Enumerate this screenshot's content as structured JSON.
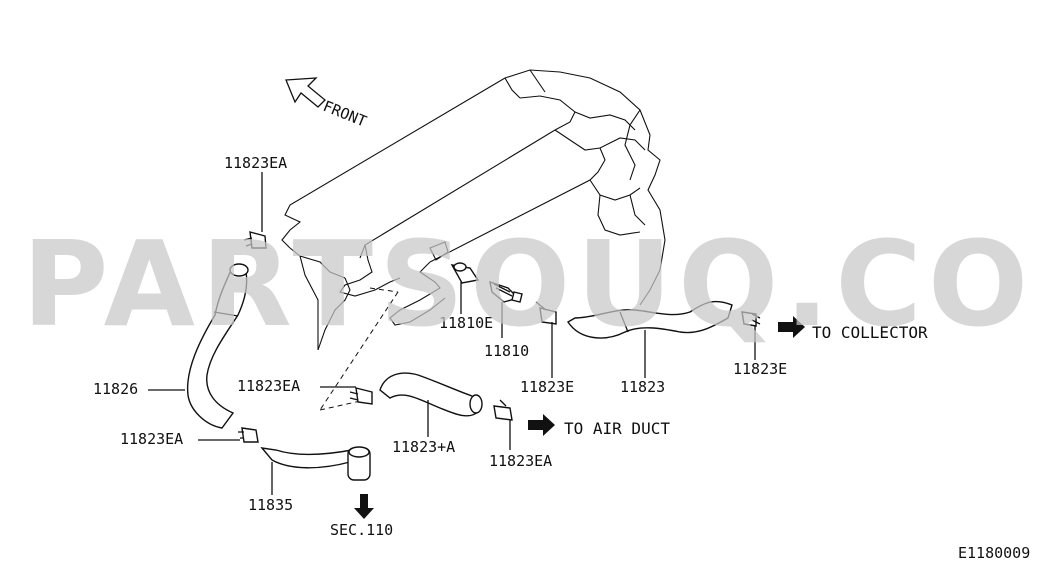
{
  "watermark": "PARTSOUQ.COM",
  "direction_label": "FRONT",
  "destinations": {
    "collector": "TO COLLECTOR",
    "air_duct": "TO AIR DUCT",
    "section_ref": "SEC.110"
  },
  "part_labels": {
    "clamp_top": "11823EA",
    "pcv_valve_seal": "11810E",
    "pcv_valve": "11810",
    "clamp_mid_left": "11823EA",
    "clamp_e_center": "11823E",
    "hose_main": "11823",
    "clamp_e_right": "11823E",
    "hose_side": "11826",
    "clamp_lower_left": "11823EA",
    "hose_a": "11823+A",
    "clamp_air_duct": "11823EA",
    "hose_bottom": "11835"
  },
  "diagram_code": "E1180009",
  "colors": {
    "ink": "#111111",
    "watermark": "#c8c8c8",
    "background": "#ffffff"
  }
}
